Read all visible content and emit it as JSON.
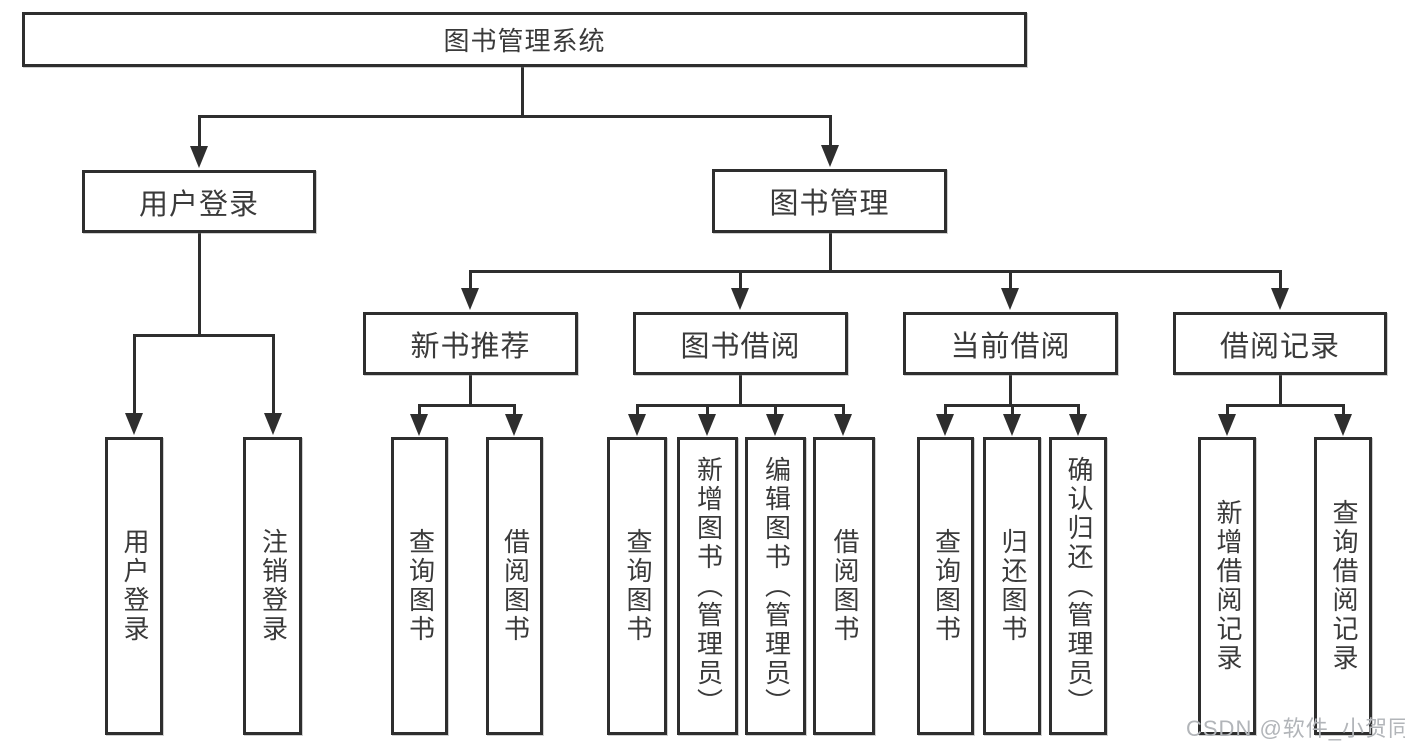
{
  "diagram_title": "图书管理系统",
  "hierarchy": {
    "label": "图书管理系统",
    "children": [
      {
        "label": "用户登录",
        "children": [
          {
            "label": "用户登录"
          },
          {
            "label": "注销登录"
          }
        ]
      },
      {
        "label": "图书管理",
        "children": [
          {
            "label": "新书推荐",
            "children": [
              {
                "label": "查询图书"
              },
              {
                "label": "借阅图书"
              }
            ]
          },
          {
            "label": "图书借阅",
            "children": [
              {
                "label": "查询图书"
              },
              {
                "label": "新增图书（管理员）"
              },
              {
                "label": "编辑图书（管理员）"
              },
              {
                "label": "借阅图书"
              }
            ]
          },
          {
            "label": "当前借阅",
            "children": [
              {
                "label": "查询图书"
              },
              {
                "label": "归还图书"
              },
              {
                "label": "确认归还（管理员）"
              }
            ]
          },
          {
            "label": "借阅记录",
            "children": [
              {
                "label": "新增借阅记录"
              },
              {
                "label": "查询借阅记录"
              }
            ]
          }
        ]
      }
    ]
  },
  "watermark": {
    "text": "CSDN @软件_小贺同学"
  },
  "colors": {
    "line": "#2e2e2e",
    "text": "#3a3a3a",
    "background": "#ffffff",
    "watermark": "#b2b5b9"
  }
}
